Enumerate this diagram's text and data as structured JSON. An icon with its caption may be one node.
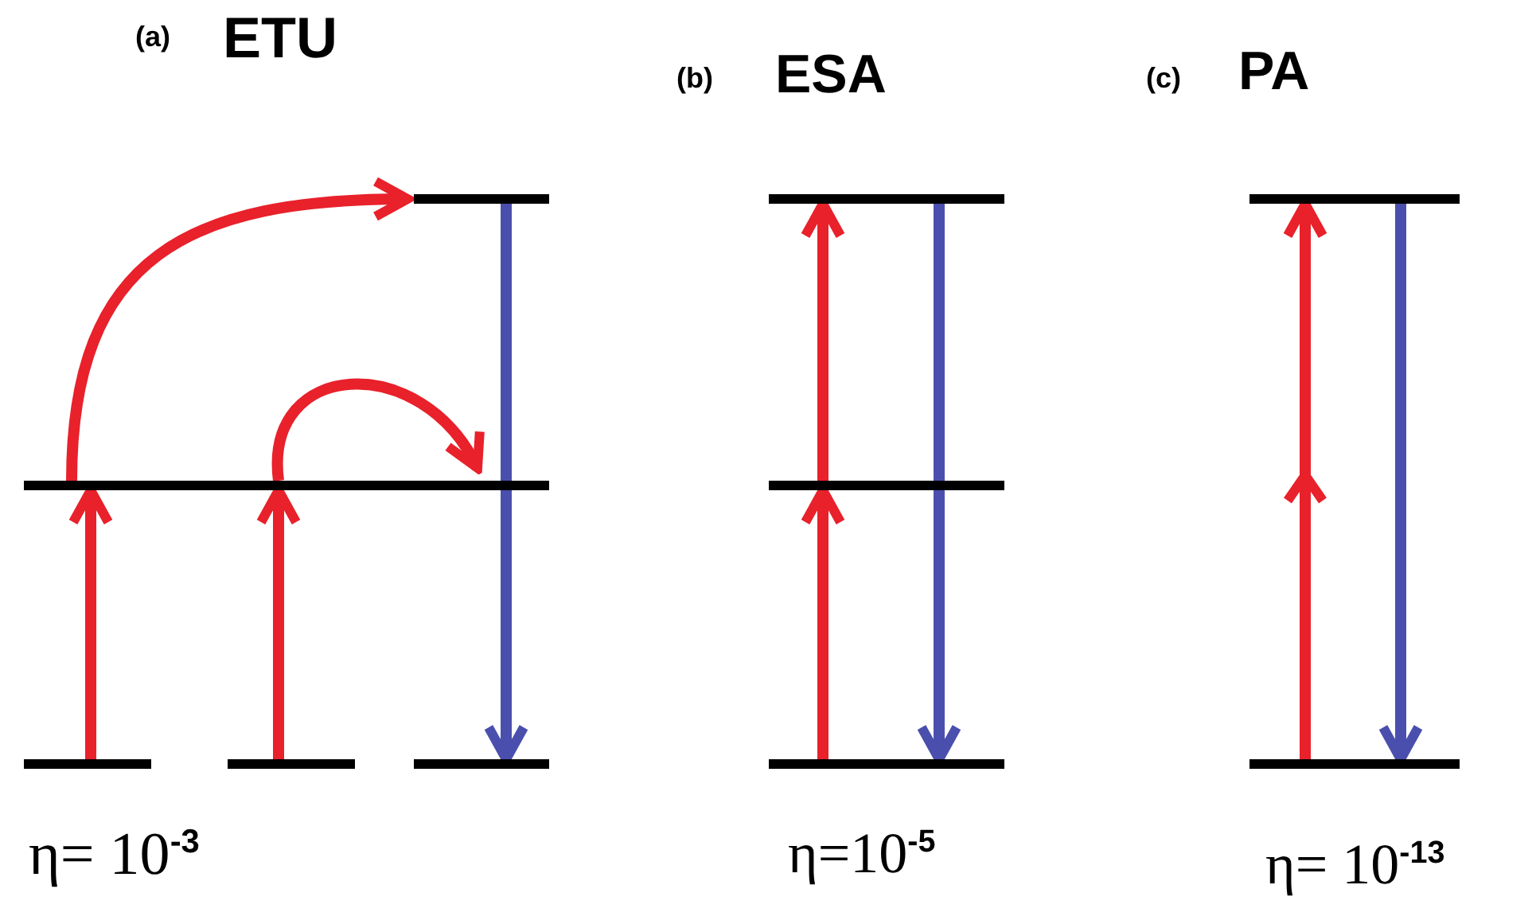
{
  "diagram": {
    "nodes": [
      {
        "text": [],
        "shape": "bar"
      },
      {
        "text": [],
        "shape": "bar"
      },
      {
        "text": [],
        "shape": "bar"
      },
      {
        "text": [],
        "shape": "bar"
      },
      {
        "text": [],
        "shape": "bar"
      },
      {
        "text": [],
        "shape": "bar"
      },
      {
        "text": [],
        "shape": "bar"
      },
      {
        "text": [],
        "shape": "bar"
      },
      {
        "text": [],
        "shape": "bar"
      },
      {
        "text": [],
        "shape": "bar"
      }
    ],
    "edges": [
      {
        "from": 2,
        "to": 1,
        "arrow": "to"
      },
      {
        "from": 3,
        "to": 1,
        "arrow": "to"
      },
      {
        "from": 1,
        "to": 0,
        "arrow": "to"
      },
      {
        "from": 1,
        "to": 1,
        "arrow": "to"
      },
      {
        "from": 0,
        "to": 4,
        "arrow": "to",
        "color": "#4a4fae"
      },
      {
        "from": 7,
        "to": 6,
        "arrow": "to"
      },
      {
        "from": 6,
        "to": 5,
        "arrow": "to"
      },
      {
        "from": 5,
        "to": 7,
        "arrow": "to",
        "color": "#4a4fae"
      },
      {
        "from": 9,
        "to": 8,
        "arrow": "to"
      },
      {
        "from": 8,
        "to": 9,
        "arrow": "to",
        "color": "#4a4fae"
      }
    ],
    "labels": [
      "(a)",
      "ETU",
      "(b)",
      "ESA",
      "(c)",
      "PA",
      "η= 10$^{-3}$",
      "η=10$^{-5}$",
      "η= 10$^{-13}$"
    ]
  }
}
